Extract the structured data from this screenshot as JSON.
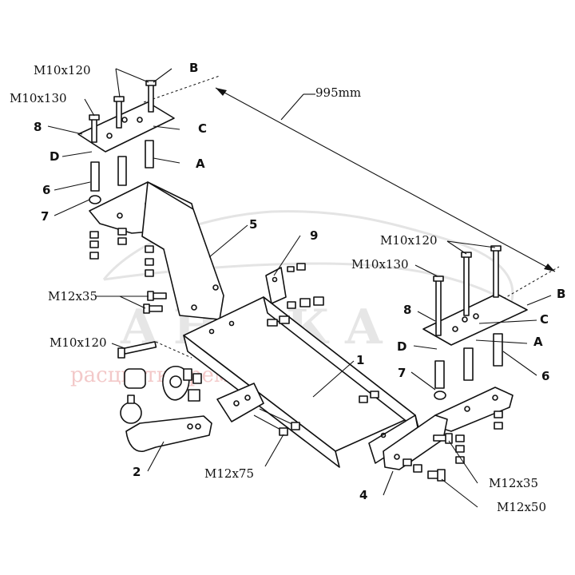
{
  "watermark": {
    "brand": "АНАКА",
    "site": "расцветка.ремонт"
  },
  "dimension": {
    "width_label": "995mm"
  },
  "labels": {
    "l_m10x120_top": "M10x120",
    "l_b_left": "B",
    "l_m10x130_left": "M10x130",
    "l_8_left": "8",
    "l_c_left": "C",
    "l_d_left": "D",
    "l_a_left": "A",
    "l_6_left": "6",
    "l_7_left": "7",
    "l_5": "5",
    "l_9": "9",
    "l_m12x35_left": "M12x35",
    "l_m10x120_ball": "M10x120",
    "l_1": "1",
    "l_2": "2",
    "l_m12x75": "M12x75",
    "l_m10x120_right": "M10x120",
    "l_m10x130_right": "M10x130",
    "l_b_right": "B",
    "l_8_right": "8",
    "l_c_right": "C",
    "l_d_right": "D",
    "l_a_right": "A",
    "l_7_right": "7",
    "l_6_right": "6",
    "l_4": "4",
    "l_m12x35_right": "M12x35",
    "l_m12x50": "M12x50"
  }
}
